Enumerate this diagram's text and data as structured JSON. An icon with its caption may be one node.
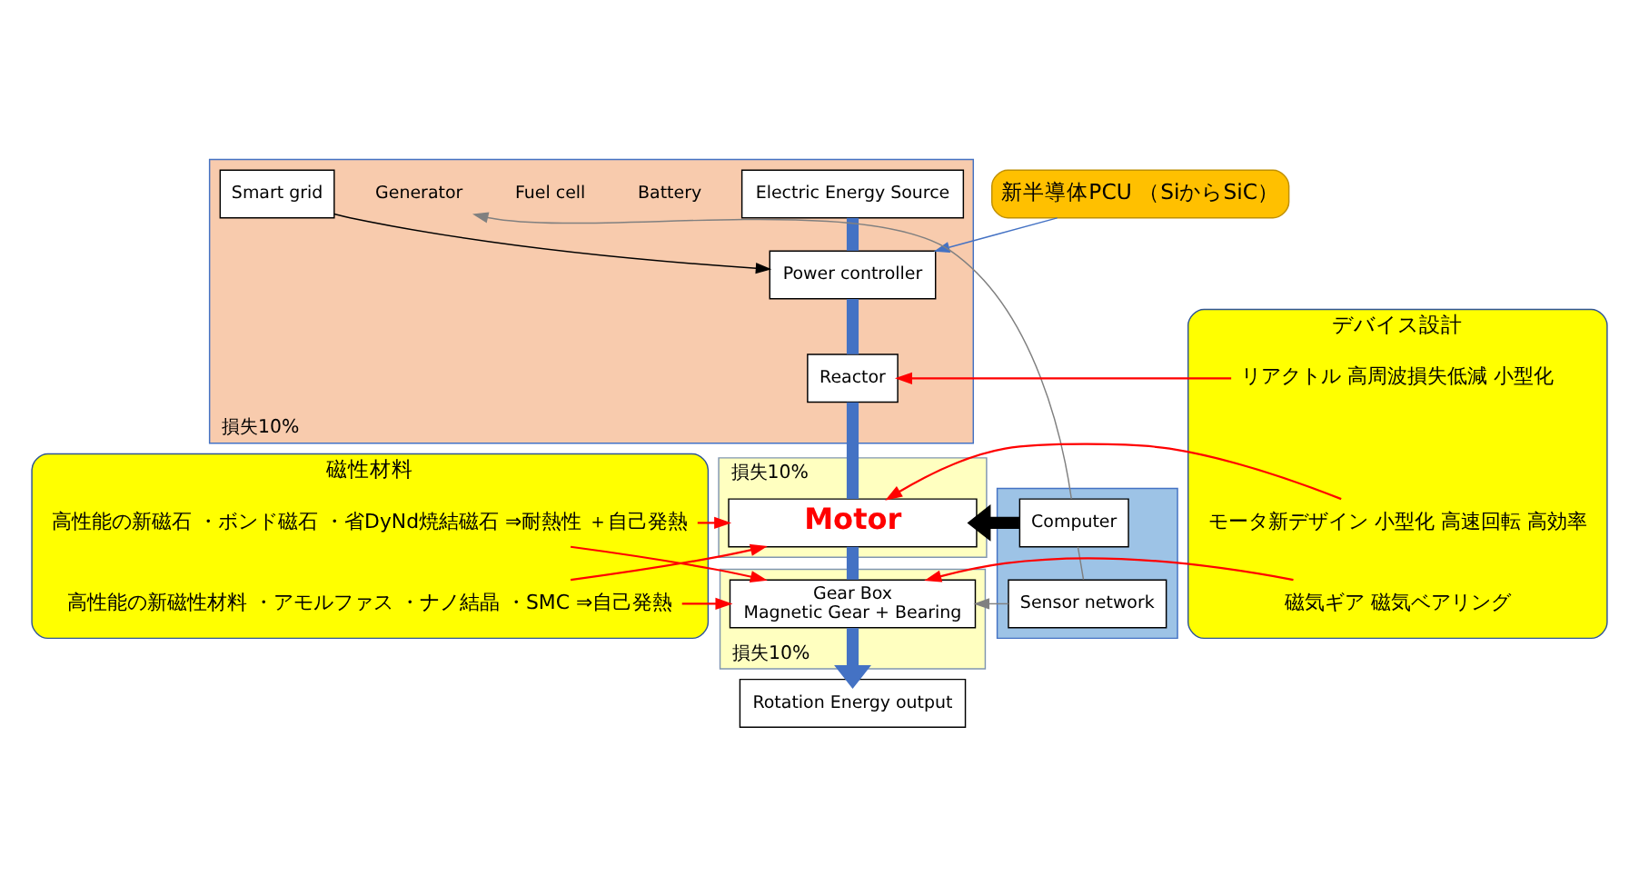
{
  "diagram": {
    "nodes": [
      {
        "text": [
          "新半導体PCU （SiからSiC）"
        ]
      },
      {
        "text": [
          "損失10%"
        ]
      },
      {
        "text": [
          "Electric Energy Source"
        ],
        "in": 1
      },
      {
        "text": [
          "Battery"
        ],
        "in": 1
      },
      {
        "text": [
          "Fuel cell"
        ],
        "in": 1
      },
      {
        "text": [
          "Generator"
        ],
        "in": 1
      },
      {
        "text": [
          "Power controller"
        ],
        "in": 1
      },
      {
        "text": [
          "Reactor"
        ],
        "in": 1
      },
      {
        "text": [
          "Smart grid"
        ],
        "in": 1
      },
      {
        "text": [
          "デバイス設計"
        ]
      },
      {
        "text": [
          "リアクトル 高周波損失低減 小型化"
        ],
        "in": 9
      },
      {
        "text": [
          "磁性材料"
        ]
      },
      {
        "text": [
          "高性能の新磁石 ・ボンド磁石 ・省DyNd焼結磁石 ⇒耐熱性 ＋自己発熱"
        ],
        "in": 11
      },
      {
        "text": [
          "高性能の新磁性材料 ・アモルファス ・ナノ結晶 ・SMC ⇒自己発熱"
        ],
        "in": 11
      },
      {
        "text": [
          "損失10%"
        ]
      },
      {
        "text": [
          "Gear Box",
          "Magnetic Gear + Bearing"
        ],
        "in": 14
      },
      {
        "text": [],
        "shape": "box"
      },
      {
        "text": [
          "Computer"
        ],
        "in": 16
      },
      {
        "text": [
          "モータ新デザイン 小型化 高速回転 高効率"
        ],
        "in": 9
      },
      {
        "text": [
          "Sensor network"
        ],
        "in": 16
      },
      {
        "text": [
          "損失10%"
        ]
      },
      {
        "text": [
          "Motor"
        ],
        "in": 20
      },
      {
        "text": [
          "磁気ギア 磁気ベアリング"
        ],
        "in": 9
      },
      {
        "text": [
          "Rotation Energy output"
        ]
      }
    ],
    "edges": [
      {
        "from": 0,
        "to": 6,
        "arrow": "to",
        "color": "#4472c4"
      },
      {
        "from": 2,
        "to": 6,
        "arrow": "none",
        "style": "thick",
        "color": "#4472c4"
      },
      {
        "from": 6,
        "to": 7,
        "arrow": "none",
        "style": "thick",
        "color": "#4472c4"
      },
      {
        "from": 7,
        "to": 21,
        "arrow": "none",
        "style": "thick",
        "color": "#4472c4"
      },
      {
        "from": 21,
        "to": 15,
        "arrow": "none",
        "style": "thick",
        "color": "#4472c4"
      },
      {
        "from": 15,
        "to": 23,
        "arrow": "to",
        "style": "thick",
        "color": "#4472c4"
      },
      {
        "from": 8,
        "to": 6,
        "arrow": "to",
        "color": "#000000"
      },
      {
        "from": 17,
        "to": 5,
        "arrow": "to",
        "color": "#808080"
      },
      {
        "from": 10,
        "to": 7,
        "arrow": "to"
      },
      {
        "from": 12,
        "to": 21,
        "arrow": "to"
      },
      {
        "from": 12,
        "to": 15,
        "arrow": "to"
      },
      {
        "from": 13,
        "to": 21,
        "arrow": "to"
      },
      {
        "from": 13,
        "to": 15,
        "arrow": "to"
      },
      {
        "from": 17,
        "to": 21,
        "arrow": "to",
        "style": "thick",
        "color": "#000000"
      },
      {
        "from": 18,
        "to": 21,
        "arrow": "to"
      },
      {
        "from": 17,
        "to": 19,
        "arrow": "none",
        "color": "#808080"
      },
      {
        "from": 19,
        "to": 15,
        "arrow": "to",
        "color": "#808080"
      },
      {
        "from": 22,
        "to": 15,
        "arrow": "to"
      }
    ]
  }
}
